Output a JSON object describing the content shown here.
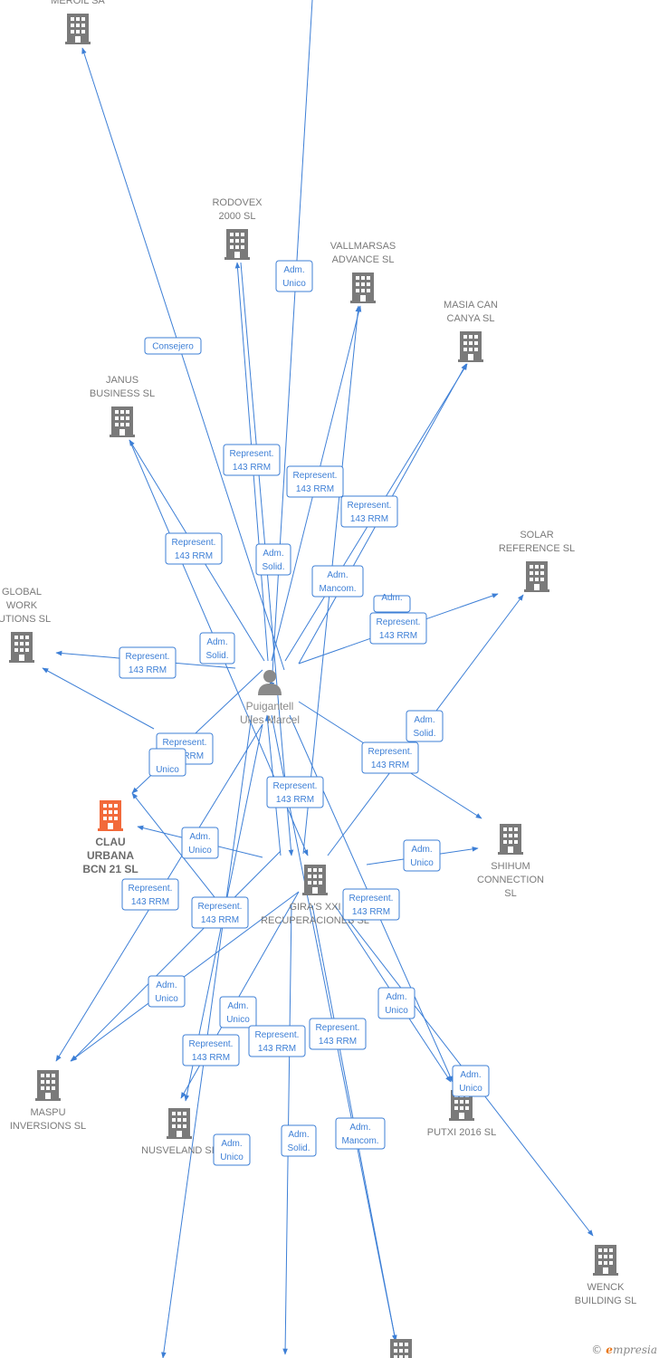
{
  "colors": {
    "edge": "#3d7fd6",
    "building": "#7a7a7a",
    "focus_building": "#f26a3b",
    "person": "#8a8a8a"
  },
  "person": {
    "name_line1": "Puigantell",
    "name_line2": "Ulles Marcel",
    "icon": "person-icon"
  },
  "companies": [
    {
      "id": "meroil",
      "lines": [
        "MEROIL SA"
      ],
      "focus": false
    },
    {
      "id": "rodovex",
      "lines": [
        "RODOVEX",
        "2000 SL"
      ],
      "focus": false
    },
    {
      "id": "vallmarsas",
      "lines": [
        "VALLMARSAS",
        "ADVANCE SL"
      ],
      "focus": false
    },
    {
      "id": "masia",
      "lines": [
        "MASIA CAN",
        "CANYA SL"
      ],
      "focus": false
    },
    {
      "id": "janus",
      "lines": [
        "JANUS",
        "BUSINESS SL"
      ],
      "focus": false
    },
    {
      "id": "solar",
      "lines": [
        "SOLAR",
        "REFERENCE SL"
      ],
      "focus": false
    },
    {
      "id": "global",
      "lines": [
        "GLOBAL",
        "WORK",
        "LUTIONS SL"
      ],
      "focus": false
    },
    {
      "id": "clau",
      "lines": [
        "CLAU",
        "URBANA",
        "BCN 21 SL"
      ],
      "focus": true
    },
    {
      "id": "shihum",
      "lines": [
        "SHIHUM",
        "CONNECTION",
        "SL"
      ],
      "focus": false
    },
    {
      "id": "gira",
      "lines": [
        "GIRA'S XXI",
        "RECUPERACIONES SL"
      ],
      "focus": false
    },
    {
      "id": "maspu",
      "lines": [
        "MASPU",
        "INVERSIONS SL"
      ],
      "focus": false
    },
    {
      "id": "nusveland",
      "lines": [
        "NUSVELAND SL"
      ],
      "focus": false
    },
    {
      "id": "putxi",
      "lines": [
        "PUTXI 2016 SL"
      ],
      "focus": false
    },
    {
      "id": "wenck",
      "lines": [
        "WENCK",
        "BUILDING SL"
      ],
      "focus": false
    },
    {
      "id": "bottom",
      "lines": [],
      "focus": false
    }
  ],
  "relations": [
    {
      "lines": [
        "Consejero"
      ]
    },
    {
      "lines": [
        "Adm.",
        "Unico"
      ]
    },
    {
      "lines": [
        "Represent.",
        "143 RRM"
      ]
    },
    {
      "lines": [
        "Represent.",
        "143 RRM"
      ]
    },
    {
      "lines": [
        "Represent.",
        "143 RRM"
      ]
    },
    {
      "lines": [
        "Represent.",
        "143 RRM"
      ]
    },
    {
      "lines": [
        "Adm.",
        "Solid."
      ]
    },
    {
      "lines": [
        "Adm.",
        "Mancom."
      ]
    },
    {
      "lines": [
        "Adm.",
        ""
      ]
    },
    {
      "lines": [
        "Represent.",
        "143 RRM"
      ]
    },
    {
      "lines": [
        "Adm.",
        "Solid."
      ]
    },
    {
      "lines": [
        "Represent.",
        "143 RRM"
      ]
    },
    {
      "lines": [
        "Adm.",
        "Solid."
      ]
    },
    {
      "lines": [
        "Represent.",
        "143 RRM"
      ]
    },
    {
      "lines": [
        "Represent.",
        "143 RRM"
      ]
    },
    {
      "lines": [
        "",
        "Unico"
      ]
    },
    {
      "lines": [
        "Represent.",
        "143 RRM"
      ]
    },
    {
      "lines": [
        "Adm.",
        "Unico"
      ]
    },
    {
      "lines": [
        "Adm.",
        "Unico"
      ]
    },
    {
      "lines": [
        "Represent.",
        "143 RRM"
      ]
    },
    {
      "lines": [
        "Represent.",
        "143 RRM"
      ]
    },
    {
      "lines": [
        "Represent.",
        "143 RRM"
      ]
    },
    {
      "lines": [
        "Adm.",
        "Unico"
      ]
    },
    {
      "lines": [
        "Adm.",
        "Unico"
      ]
    },
    {
      "lines": [
        "Represent.",
        "143 RRM"
      ]
    },
    {
      "lines": [
        "Represent.",
        "143 RRM"
      ]
    },
    {
      "lines": [
        "Represent.",
        "143 RRM"
      ]
    },
    {
      "lines": [
        "Adm.",
        "Unico"
      ]
    },
    {
      "lines": [
        "Adm.",
        "Unico"
      ]
    },
    {
      "lines": [
        "Adm.",
        "Unico"
      ]
    },
    {
      "lines": [
        "Adm.",
        "Solid."
      ]
    },
    {
      "lines": [
        "Adm.",
        "Mancom."
      ]
    }
  ],
  "brand": {
    "copyright": "©",
    "first_letter": "e",
    "rest": "mpresia"
  }
}
